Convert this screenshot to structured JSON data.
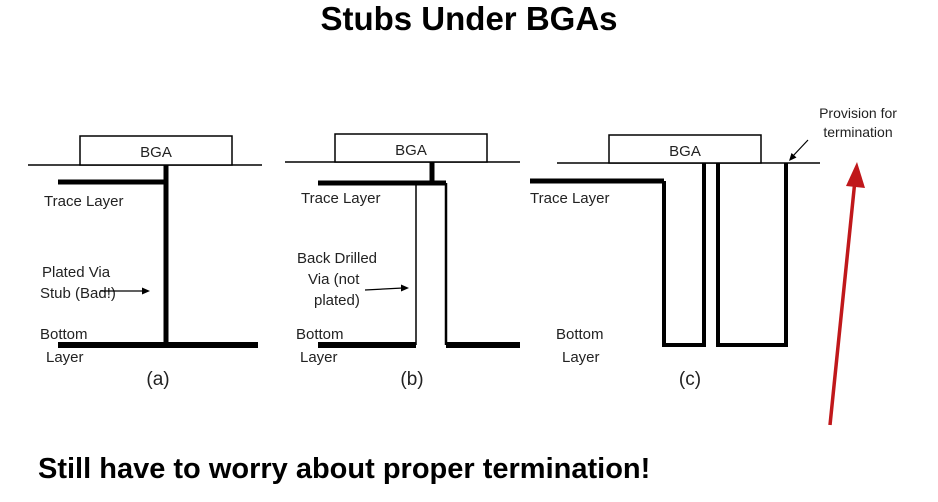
{
  "title": "Stubs Under BGAs",
  "footer": "Still have to worry about proper termination!",
  "panels": {
    "a": {
      "caption": "(a)",
      "bga_label": "BGA",
      "trace_layer": "Trace Layer",
      "bottom_layer_line1": "Bottom",
      "bottom_layer_line2": "Layer",
      "via_note_line1": "Plated Via",
      "via_note_line2": "Stub (Bad!)"
    },
    "b": {
      "caption": "(b)",
      "bga_label": "BGA",
      "trace_layer": "Trace Layer",
      "bottom_layer_line1": "Bottom",
      "bottom_layer_line2": "Layer",
      "via_note_line1": "Back Drilled",
      "via_note_line2": "Via (not",
      "via_note_line3": "plated)"
    },
    "c": {
      "caption": "(c)",
      "bga_label": "BGA",
      "trace_layer": "Trace Layer",
      "bottom_layer_line1": "Bottom",
      "bottom_layer_line2": "Layer"
    }
  },
  "annotation": {
    "line1": "Provision for",
    "line2": "termination"
  },
  "colors": {
    "arrow": "#c0181b",
    "ink": "#000000"
  }
}
